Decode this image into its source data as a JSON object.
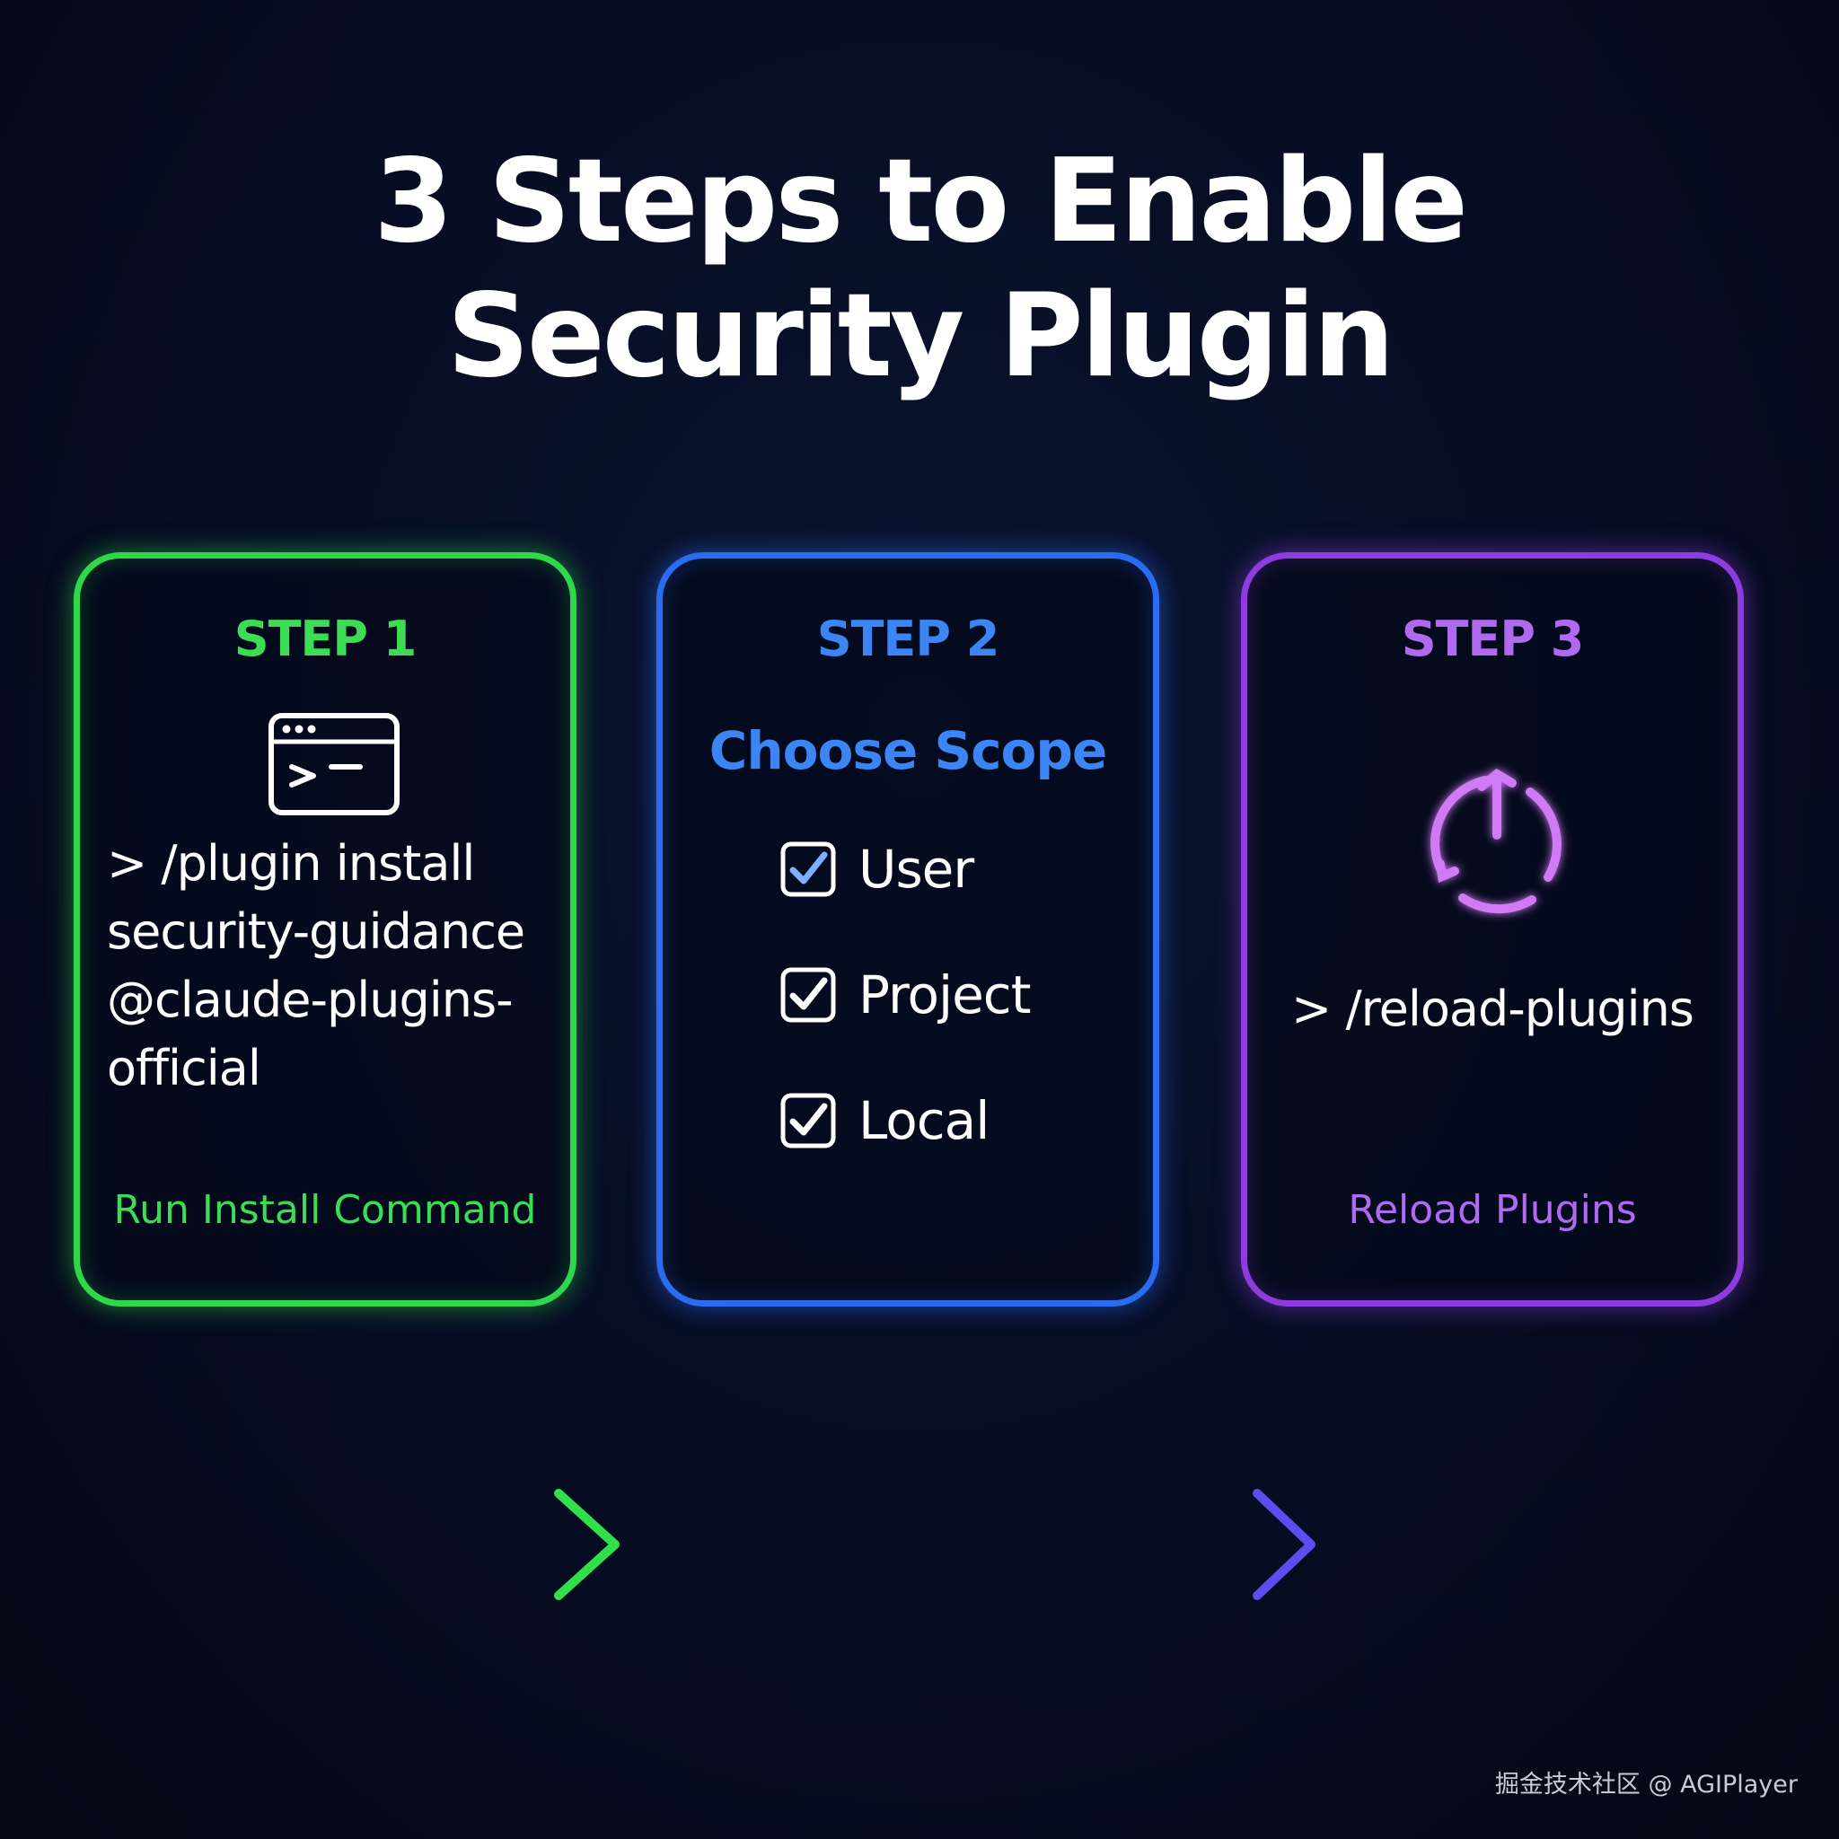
{
  "title": {
    "line1": "3 Steps to Enable",
    "line2": "Security Plugin"
  },
  "colors": {
    "step1": "#2fd84a",
    "step2": "#2a6cf0",
    "step3": "#8e3ce0",
    "background": "#060c22"
  },
  "steps": [
    {
      "label": "STEP 1",
      "icon": "terminal-icon",
      "command_lines": [
        "> /plugin install",
        "security-guidance",
        "@claude-plugins-",
        "official"
      ],
      "footer": "Run Install Command"
    },
    {
      "label": "STEP 2",
      "heading": "Choose Scope",
      "options": [
        {
          "label": "User",
          "checked": true,
          "icon": "checkbox-checked-icon"
        },
        {
          "label": "Project",
          "checked": true,
          "icon": "checkbox-checked-icon"
        },
        {
          "label": "Local",
          "checked": true,
          "icon": "checkbox-checked-icon"
        }
      ]
    },
    {
      "label": "STEP 3",
      "icon": "reload-icon",
      "command": "> /reload-plugins",
      "footer": "Reload Plugins"
    }
  ],
  "arrows": [
    {
      "icon": "arrow-right-icon",
      "color": "#2fe04a"
    },
    {
      "icon": "arrow-right-icon",
      "color": "#5a4ef0"
    }
  ],
  "watermark": "掘金技术社区 @ AGIPlayer"
}
